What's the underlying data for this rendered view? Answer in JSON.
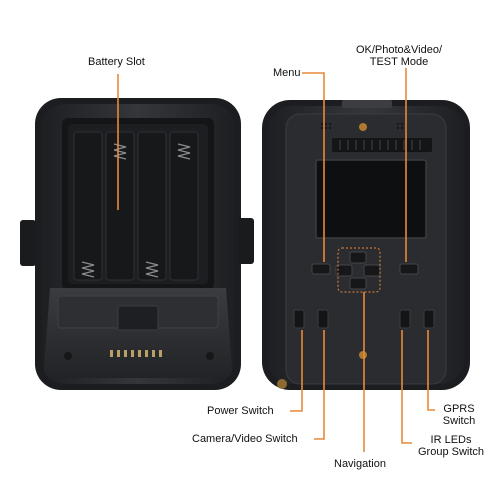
{
  "callouts": {
    "battery_slot": "Battery Slot",
    "menu": "Menu",
    "ok_photo_video_line1": "OK/Photo&Video/",
    "ok_photo_video_line2": "TEST Mode",
    "power_switch": "Power Switch",
    "camera_video_switch": "Camera/Video Switch",
    "navigation": "Navigation",
    "gprs_line1": "GPRS",
    "gprs_line2": "Switch",
    "ir_leds_line1": "IR LEDs",
    "ir_leds_line2": "Group Switch"
  },
  "colors": {
    "callout_line": "#e8893a",
    "device_body": "#2b2d30",
    "device_dark": "#1b1c1e",
    "screen": "#0e0f10"
  }
}
